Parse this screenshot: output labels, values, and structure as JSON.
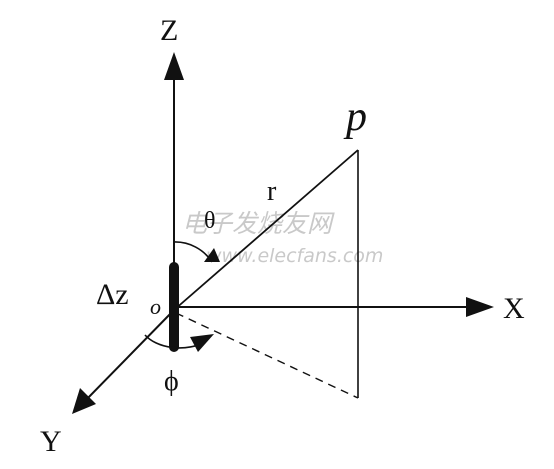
{
  "diagram": {
    "axes": {
      "z_label": "Z",
      "x_label": "X",
      "y_label": "Y"
    },
    "origin_label": "o",
    "point_label": "p",
    "radius_label": "r",
    "theta_label": "θ",
    "phi_label": "ϕ",
    "dipole_label": "Δz",
    "watermark": {
      "chinese": "电子发烧友网",
      "url": "www.elecfans.com"
    },
    "colors": {
      "line": "#111111",
      "watermark": "#c9c9c9",
      "background": "#ffffff"
    }
  }
}
